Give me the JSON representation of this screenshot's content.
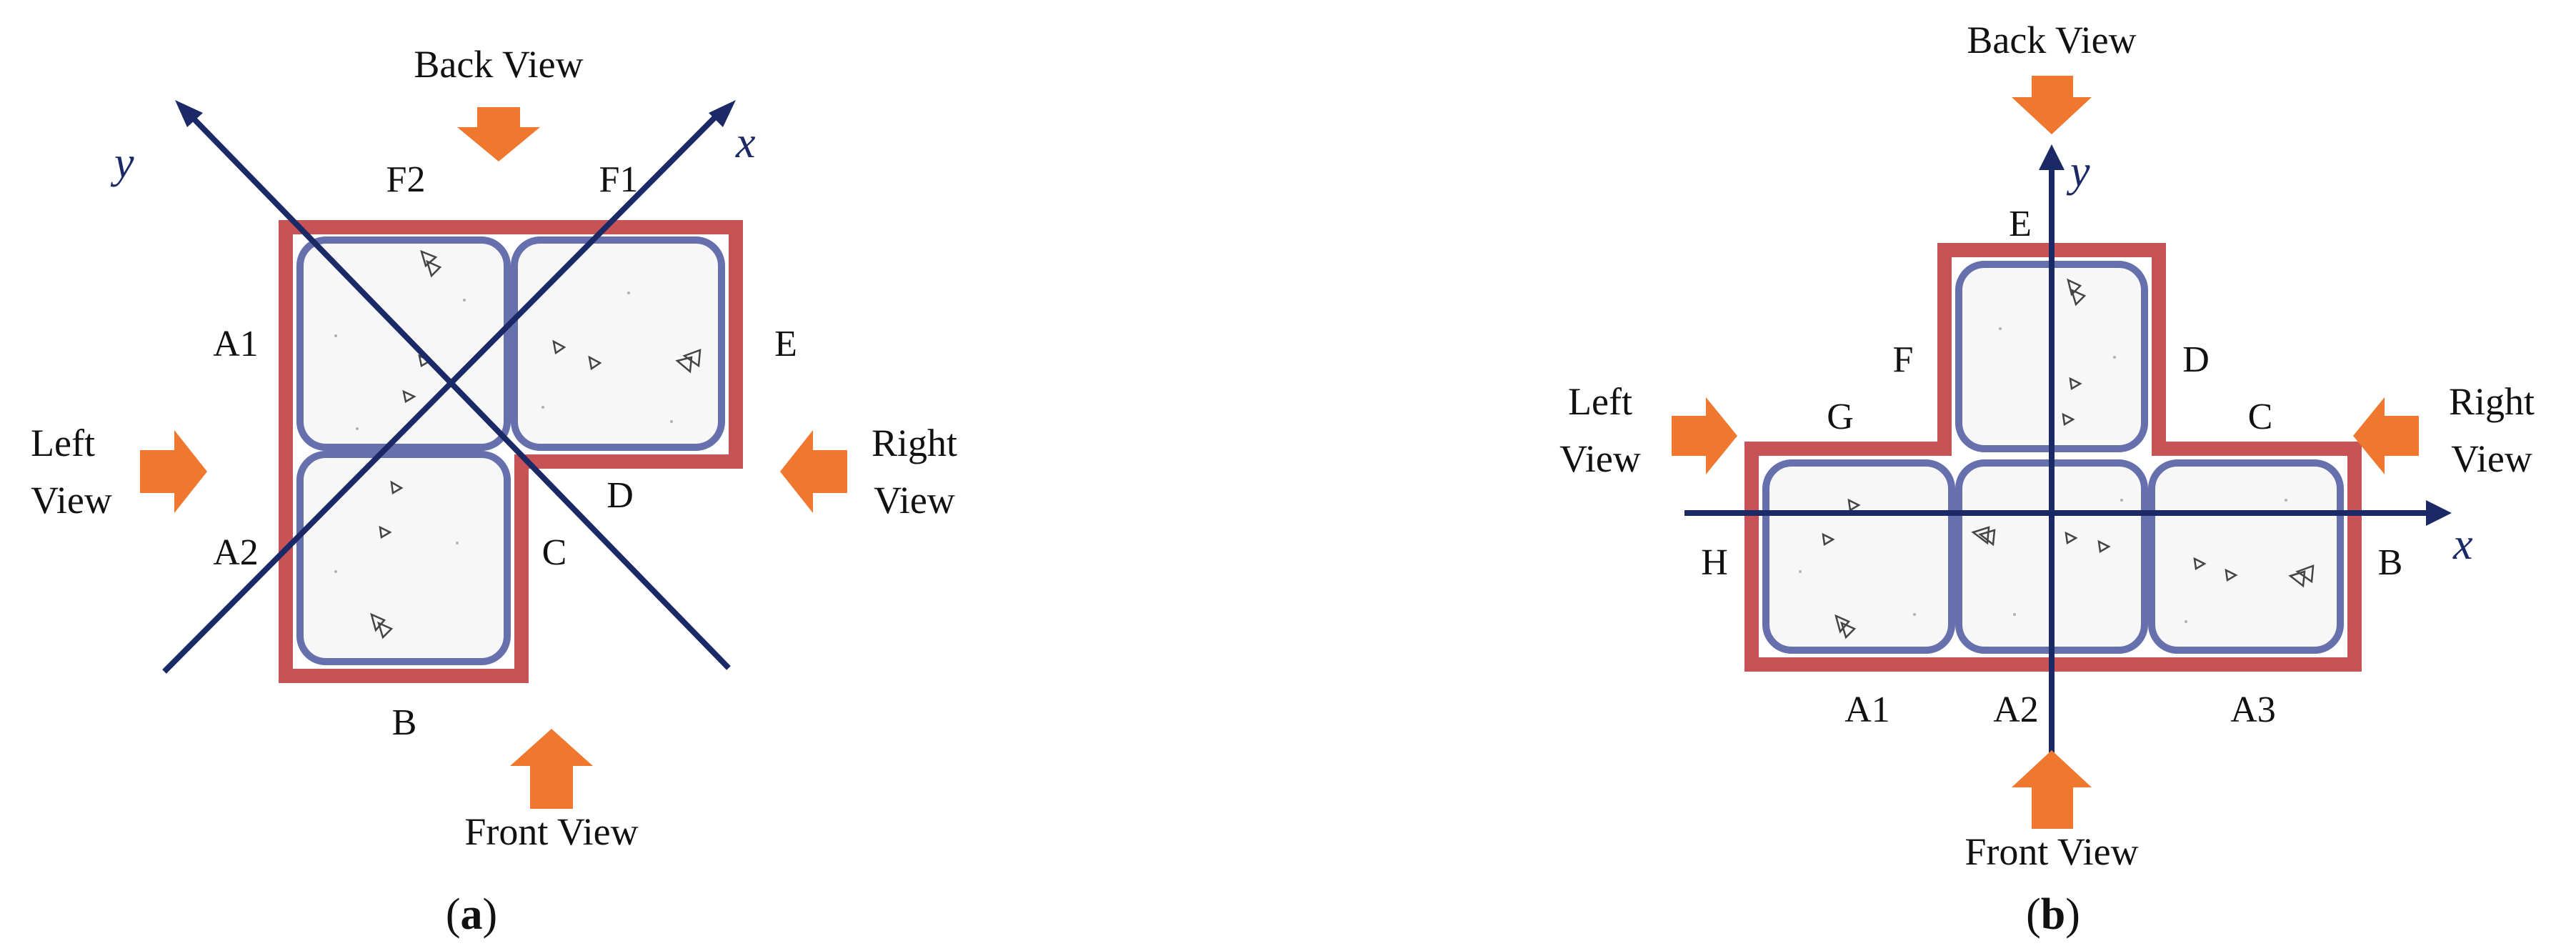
{
  "diagram_a": {
    "caption_open": "(",
    "caption_letter": "a",
    "caption_close": ")",
    "view_back": "Back View",
    "view_front": "Front View",
    "view_left_1": "Left",
    "view_left_2": "View",
    "view_right_1": "Right",
    "view_right_2": "View",
    "axis_x": "x",
    "axis_y": "y",
    "face_f1": "F1",
    "face_f2": "F2",
    "face_a1": "A1",
    "face_a2": "A2",
    "face_b": "B",
    "face_c": "C",
    "face_d": "D",
    "face_e": "E"
  },
  "diagram_b": {
    "caption_open": "(",
    "caption_letter": "b",
    "caption_close": ")",
    "view_back": "Back View",
    "view_front": "Front View",
    "view_left_1": "Left",
    "view_left_2": "View",
    "view_right_1": "Right",
    "view_right_2": "View",
    "axis_x": "x",
    "axis_y": "y",
    "face_a1": "A1",
    "face_a2": "A2",
    "face_a3": "A3",
    "face_b": "B",
    "face_c": "C",
    "face_d": "D",
    "face_e": "E",
    "face_f": "F",
    "face_g": "G",
    "face_h": "H"
  },
  "colors": {
    "outline": "#c85357",
    "cell_border": "#6670ad",
    "axis": "#1b2a66",
    "arrow": "#f0782e"
  }
}
